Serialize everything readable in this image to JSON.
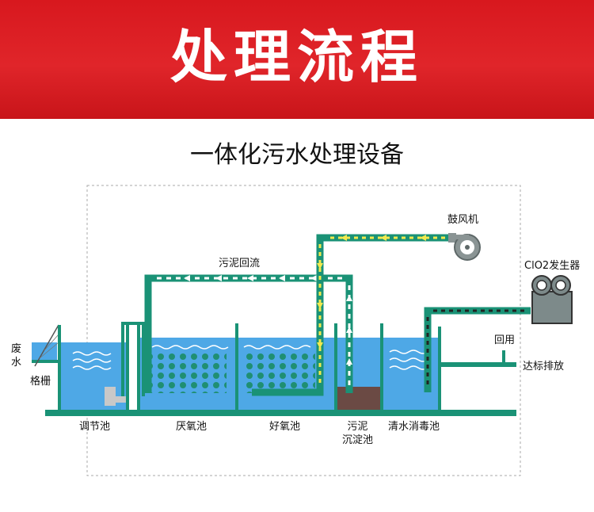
{
  "banner": {
    "title": "处理流程"
  },
  "diagram": {
    "subtitle": "一体化污水处理设备",
    "labels": {
      "wastewater": "废\n水",
      "grille": "格栅",
      "regulating_tank": "调节池",
      "anoxic_tank": "厌氧池",
      "aerobic_tank": "好氧池",
      "sludge_tank": "污泥\n沉淀池",
      "disinfection_tank": "清水消毒池",
      "sludge_return": "污泥回流",
      "blower": "鼓风机",
      "clo2_generator": "ClO2发生器",
      "reuse": "回用",
      "discharge": "达标排放"
    },
    "colors": {
      "banner_red": "#e0252a",
      "pipe_green": "#1a9276",
      "water_blue": "#4ea8e6",
      "sludge_brown": "#6b4a44",
      "arrow_yellow": "#f2e94e",
      "machine_gray": "#7d8a8a"
    }
  }
}
